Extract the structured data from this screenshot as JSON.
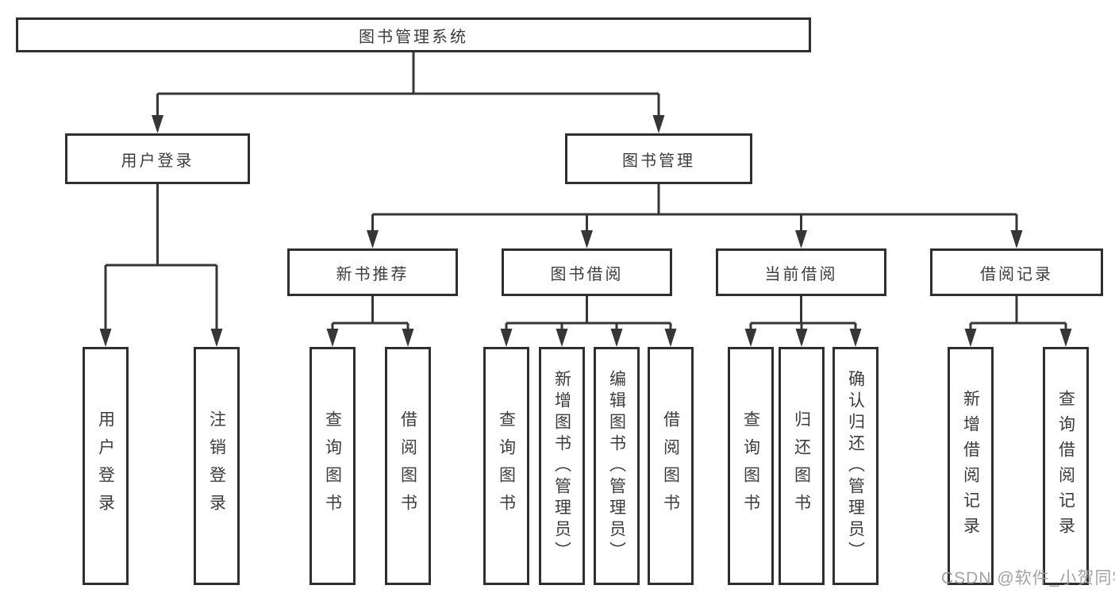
{
  "tree": {
    "root": "图书管理系统",
    "children": [
      {
        "label": "用户登录",
        "children": [
          "用户登录",
          "注销登录"
        ]
      },
      {
        "label": "图书管理",
        "children": [
          {
            "label": "新书推荐",
            "children": [
              "查询图书",
              "借阅图书"
            ]
          },
          {
            "label": "图书借阅",
            "children": [
              "查询图书",
              "新增图书（管理员）",
              "编辑图书（管理员）",
              "借阅图书"
            ]
          },
          {
            "label": "当前借阅",
            "children": [
              "查询图书",
              "归还图书",
              "确认归还（管理员）"
            ]
          },
          {
            "label": "借阅记录",
            "children": [
              "新增借阅记录",
              "查询借阅记录"
            ]
          }
        ]
      }
    ]
  },
  "watermark": "CSDN @软件_小贺同学",
  "colors": {
    "line": "#363636",
    "border": "#2f2f2f",
    "text": "#3c3c3c",
    "watermark": "#9b9b9b",
    "background": "#ffffff"
  }
}
